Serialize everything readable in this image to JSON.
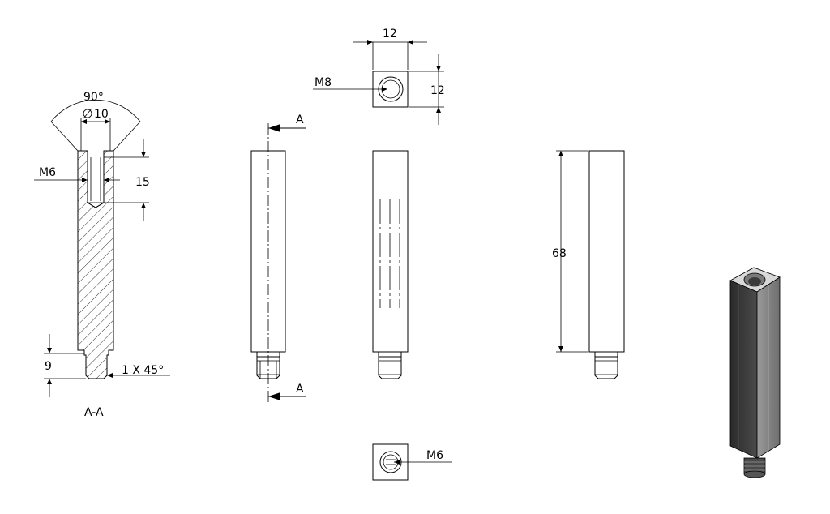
{
  "section_view": {
    "title": "A-A",
    "angle": "90°",
    "diameter": "10",
    "thread": "M6",
    "depth": "15",
    "height": "9",
    "chamfer": "1 X 45°"
  },
  "front_view": {
    "cut_label_top": "A",
    "cut_label_bottom": "A"
  },
  "top_view": {
    "width": "12",
    "depth": "12",
    "thread": "M8"
  },
  "right_view": {
    "length": "68"
  },
  "bottom_view": {
    "thread": "M6"
  },
  "colors": {
    "line": "#000000",
    "background": "#ffffff",
    "iso_dark": "#3a3a3a",
    "iso_light": "#8a8a8a"
  }
}
